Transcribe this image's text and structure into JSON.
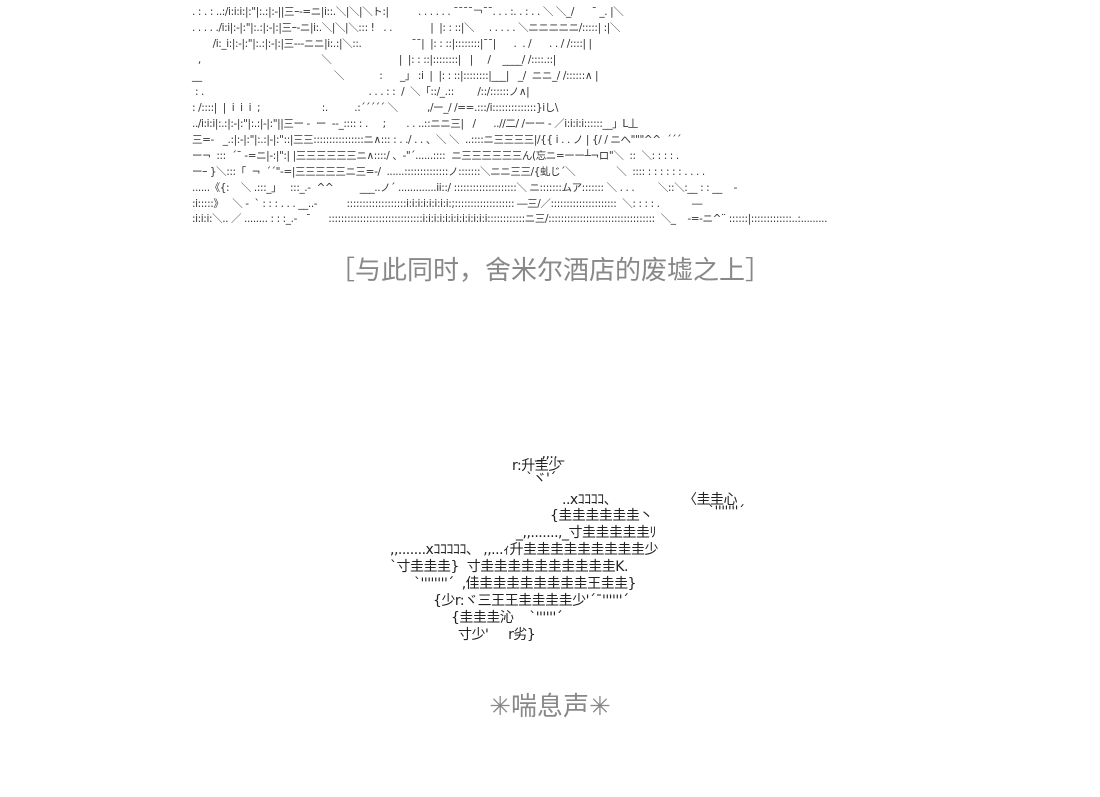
{
  "top_art_lines": [
    ". : . : ..:/i:i:i:|:\"|:.:|:-||三ｰ-=ニ|i::.＼|＼|＼ト:|          . . . . . . ¯¯¯¯￢¯¯. . . :. . : . . ＼ ＼_/      ¯ _. |＼",
    ". . . . ./i:i|:-|:\"|:.:|:-|:|三ｰ-ニ|i:.＼|＼|＼::: !   . .             |  |: : ::|＼     . . . . . ＼ニニニニニ/:::::| :|＼",
    "       /i:_i:|:-|:\"|:.:|:-|:|三---ニニ|i:.:|＼::.                 ¯¯|  |: : ::|::::::::|¯¯|      .  . /      . . / /::::| |",
    "  ,                                         ＼                       |  |: : ::|::::::::|   |     /    ____/ /::::.::|",
    "__                                             ＼            :      _」 :i  |  |: : ::|::::::::|___|   _/  ニニ_/ /::::::∧ |",
    " : .                                                        . . . : :  /  ＼「::/_.::        /::/::::::ノ∧|",
    ": /::::|  |  i  i  i  ;                     :.         .:´´´´´ ＼          ,/ー_/ /==.:::/i::::::::::::::}iし\\",
    "../i:i:i|:.:|:-|:\"|:.:|-|:\"||三ー -  ー  --_:::: : .     ;       . . ..::ニニ三|   /      ..//二/ /ーー - ／i:i:i:i::::::__」L丄",
    "三=-   _.:|:-|:\"|:.:|-|:\"::|三三::::::::::::::::ニ∧::: : . ./ . . 、＼ ＼  ..::::ニ三三三三|/{{ i . . ノ | {/ / ニへ\"\"\"^^  ´´´",
    "ー¬  :::  ´¯ -=ニ|-:|\":| |三三三三三三ニ∧::::/ 、-\"´......::::  ニ三三三三三三ん(忘ニ=ーー┴¬ロ\"＼  ::  ＼: : : : .",
    "ーｰ }＼:::「  ¬  ´´\"-=|三三三三三ニ三=-/  ......::::::::::::::ノ:::::::＼ニニ三三/{虬じ´＼              ＼  :::: : : : : : : . . . .",
    "......《{:    ＼ .:::_」   :::_.-  ^^         ___..ノ´ .............ii::/ ::::::::::::::::::::＼ ニ:::::::ムア::::::: ＼ . . .        ＼::＼:__ : : __    -",
    ":i:::::》   ＼ -  ` : : : . . . __..-          :::::::::::::::::::i:i:i:i:i:i:i:i:;::::::::::::::::::: ―三/／:::::::::::::::::::::  ＼: : : : .           ―",
    ":i:i:i:＼.. ／ ........ : : :_.-   ¯      ::::::::::::::::::::::::::::::i:i:i:i:i:i:i:i:i:i:i:i::::::::::::ニ三/::::::::::::::::::::::::::::::::::  ＼_    -=-ニ^¨ ::::::|:::::::::::::..:........."
  ],
  "caption_top": "［与此同时，舍米尔酒店的废墟之上］",
  "bottom_art_lines": [
    "_,,.._",
    "r:升圭少",
    "`ヾ'´",
    "..xｺｺｺｺ、",
    "〈圭圭心",
    "{圭圭圭圭圭圭丶",
    "`'''''''´",
    "_,,.......,_寸圭圭圭圭圭ﾘ",
    ",,.......xｺｺｺｺｺ、 ,,...ｨ升圭圭圭圭圭圭圭圭圭少",
    "`寸圭圭圭}  寸圭圭圭圭圭圭圭圭圭圭K.",
    "`''''''''´  ,佳圭圭圭圭圭圭圭圭王圭圭}",
    "{少r:ヾ三王王圭圭圭圭少'´¯''''''´",
    "{圭圭圭沁    `''''''´",
    "寸少'     r劣}"
  ],
  "caption_bottom": "✳喘息声✳"
}
